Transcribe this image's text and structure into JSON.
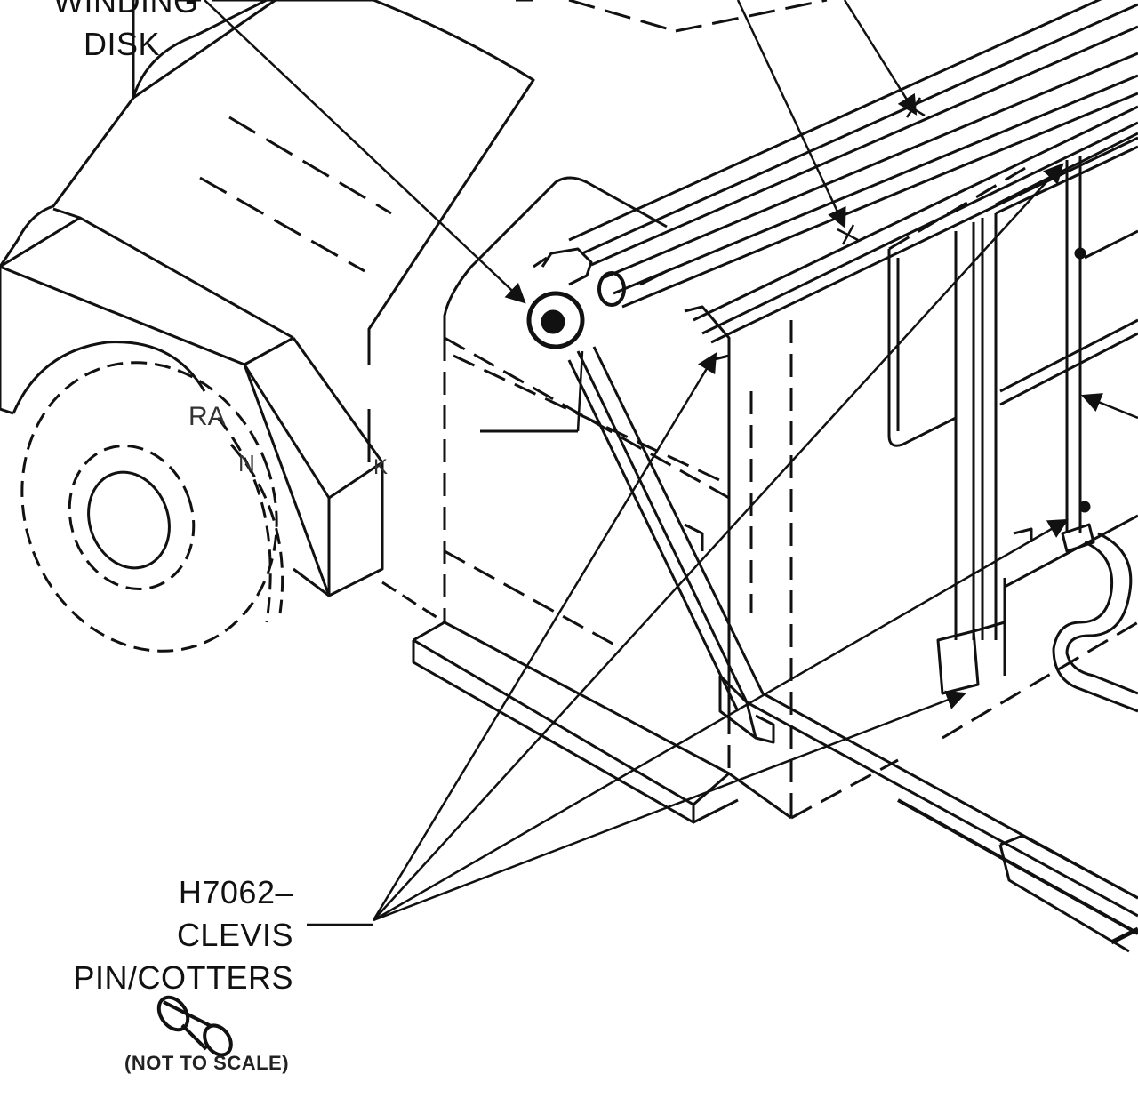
{
  "labels": {
    "winding_disk_line1": "WINDING",
    "winding_disk_line2": "DISK",
    "part_line1": "H7062–",
    "part_line2": "CLEVIS",
    "part_line3": "PIN/COTTERS",
    "not_to_scale": "(NOT TO SCALE)",
    "frag_ra": "RA",
    "frag_n": "N",
    "frag_k": "K"
  },
  "colors": {
    "ink": "#111111",
    "background": "#ffffff"
  }
}
